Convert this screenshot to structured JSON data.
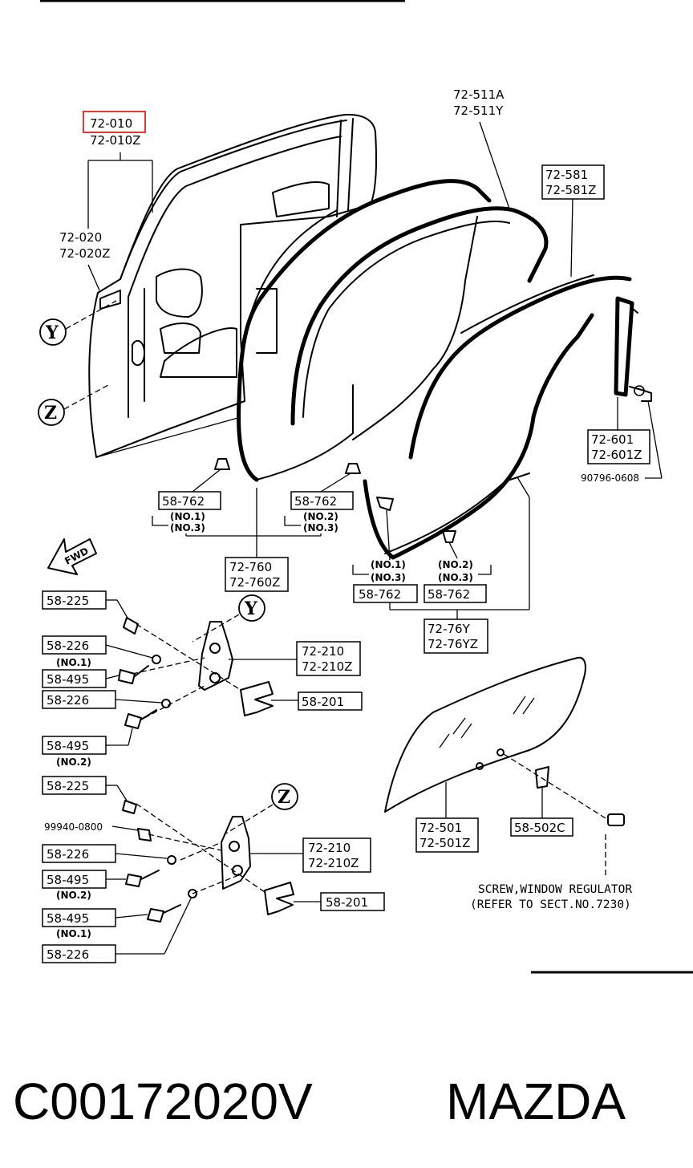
{
  "labels": {
    "door": [
      "72-010",
      "72-010Z"
    ],
    "sash": [
      "72-020",
      "72-020Z"
    ],
    "outer_weatherstrip": [
      "72-511A",
      "72-511Y"
    ],
    "belt_molding": [
      "72-581",
      "72-581Z"
    ],
    "rear_channel": [
      "72-601",
      "72-601Z"
    ],
    "bolt_rear": "90796-0608",
    "clip_left": "58-762",
    "clip_left_no1": "(NO.1)",
    "clip_left_no3": "(NO.3)",
    "clip_mid": "58-762",
    "clip_mid_no2": "(NO.2)",
    "clip_mid_no3": "(NO.3)",
    "weatherstrip_door": [
      "72-760",
      "72-760Z"
    ],
    "clip_a": "58-762",
    "clip_a_no1": "(NO.1)",
    "clip_a_no3": "(NO.3)",
    "clip_b": "58-762",
    "clip_b_no2": "(NO.2)",
    "clip_b_no3": "(NO.3)",
    "weatherstrip_opening": [
      "72-76Y",
      "72-76YZ"
    ],
    "fwd": "FWD",
    "upper_hinge": {
      "bolt_a": "58-225",
      "washer_a": "58-226",
      "washer_a_no": "(NO.1)",
      "bolt_b": "58-495",
      "washer_b": "58-226",
      "bolt_c": "58-495",
      "bolt_c_no": "(NO.2)",
      "hinge": [
        "72-210",
        "72-210Z"
      ],
      "checker": "58-201"
    },
    "lower_hinge": {
      "bolt_a": "58-225",
      "nut": "99940-0800",
      "washer_a": "58-226",
      "bolt_b": "58-495",
      "bolt_b_no": "(NO.2)",
      "bolt_c": "58-495",
      "bolt_c_no": "(NO.1)",
      "washer_c": "58-226",
      "hinge": [
        "72-210",
        "72-210Z"
      ],
      "checker": "58-201"
    },
    "glass": [
      "72-501",
      "72-501Z"
    ],
    "glass_holder": "58-502C",
    "note": [
      "SCREW,WINDOW REGULATOR",
      "(REFER TO SECT.NO.7230)"
    ]
  },
  "callouts": {
    "y_top": "Y",
    "z_top": "Z",
    "y_hinge": "Y",
    "z_hinge": "Z"
  },
  "footer": {
    "part_number": "C00172020V",
    "brand": "MAZDA"
  },
  "colors": {
    "highlight": "#e53935",
    "ink": "#000000",
    "paper": "#ffffff"
  }
}
